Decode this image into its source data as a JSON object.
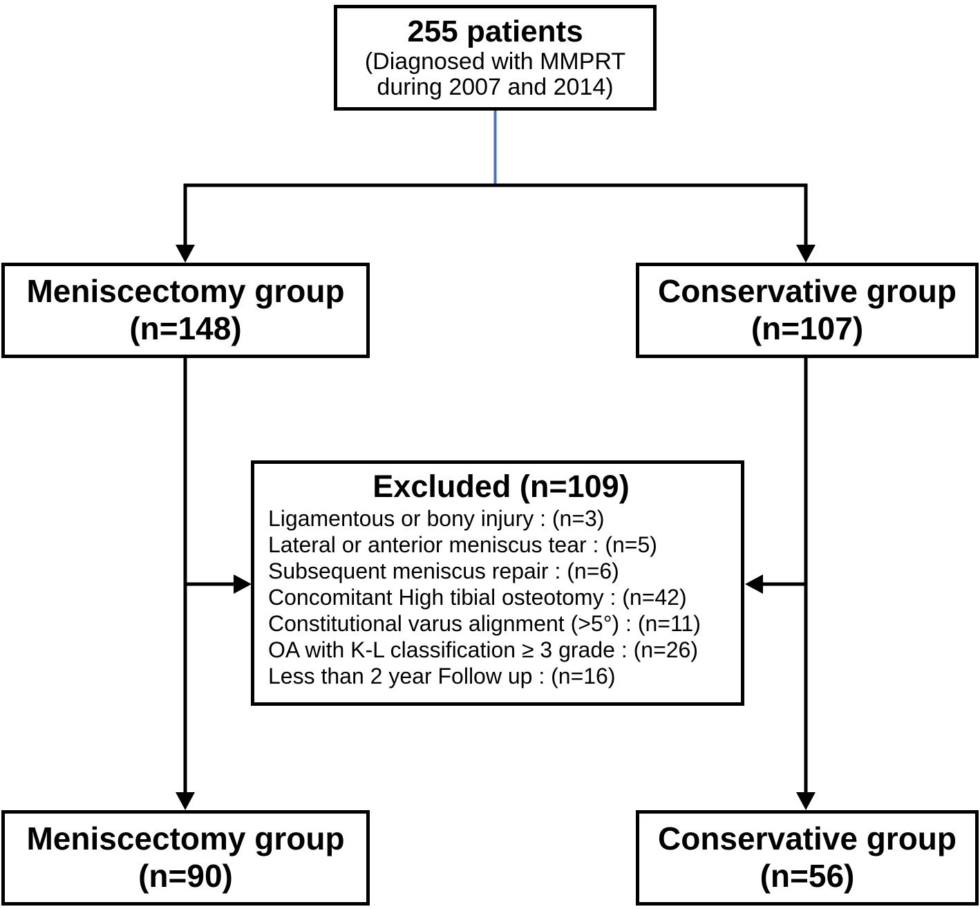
{
  "colors": {
    "background": "#ffffff",
    "box_border": "#000000",
    "text": "#000000",
    "connector": "#000000",
    "top_connector": "#4472c4"
  },
  "top_box": {
    "title": "255 patients",
    "subtitle_lines": [
      "(Diagnosed with MMPRT",
      "during 2007 and 2014)"
    ]
  },
  "left_branch_box": {
    "title": "Meniscectomy group",
    "count": "(n=148)"
  },
  "right_branch_box": {
    "title": "Conservative group",
    "count": "(n=107)"
  },
  "excluded_box": {
    "title": "Excluded (n=109)",
    "items": [
      "Ligamentous or bony injury : (n=3)",
      "Lateral or anterior meniscus tear : (n=5)",
      "Subsequent meniscus repair : (n=6)",
      "Concomitant High tibial osteotomy : (n=42)",
      "Constitutional varus alignment (>5°) : (n=11)",
      "OA with K-L classification ≥ 3 grade : (n=26)",
      "Less than 2 year Follow up : (n=16)"
    ]
  },
  "left_outcome_box": {
    "title": "Meniscectomy group",
    "count": "(n=90)"
  },
  "right_outcome_box": {
    "title": "Conservative group",
    "count": "(n=56)"
  }
}
